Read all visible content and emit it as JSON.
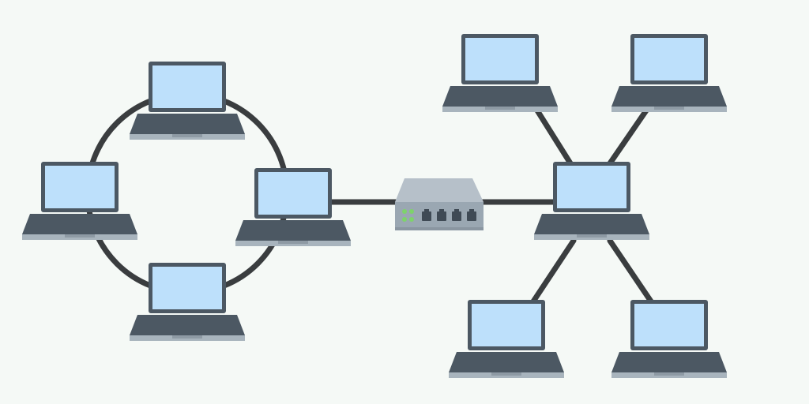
{
  "colors": {
    "background": "#f5f9f6",
    "cable": "#3a3d3f",
    "laptop_frame": "#4c5863",
    "laptop_screen": "#bde0fb",
    "laptop_keyboard": "#4c5863",
    "laptop_base": "#a8b4bd",
    "switch_body": "#9aa7b2",
    "switch_top": "#b6c0c9",
    "switch_port": "#3f4a55",
    "switch_led": "#7ed36b"
  },
  "icons": {
    "laptop": "laptop-icon",
    "switch": "network-switch-icon"
  },
  "diagram": {
    "ring_topology": {
      "nodes": [
        "ring-node-top",
        "ring-node-left",
        "ring-node-right",
        "ring-node-bottom"
      ]
    },
    "star_topology": {
      "hub": "star-hub",
      "nodes": [
        "star-node-top-left",
        "star-node-top-right",
        "star-node-bottom-left",
        "star-node-bottom-right"
      ]
    },
    "switch": {
      "ports": 4,
      "leds": 4
    }
  }
}
